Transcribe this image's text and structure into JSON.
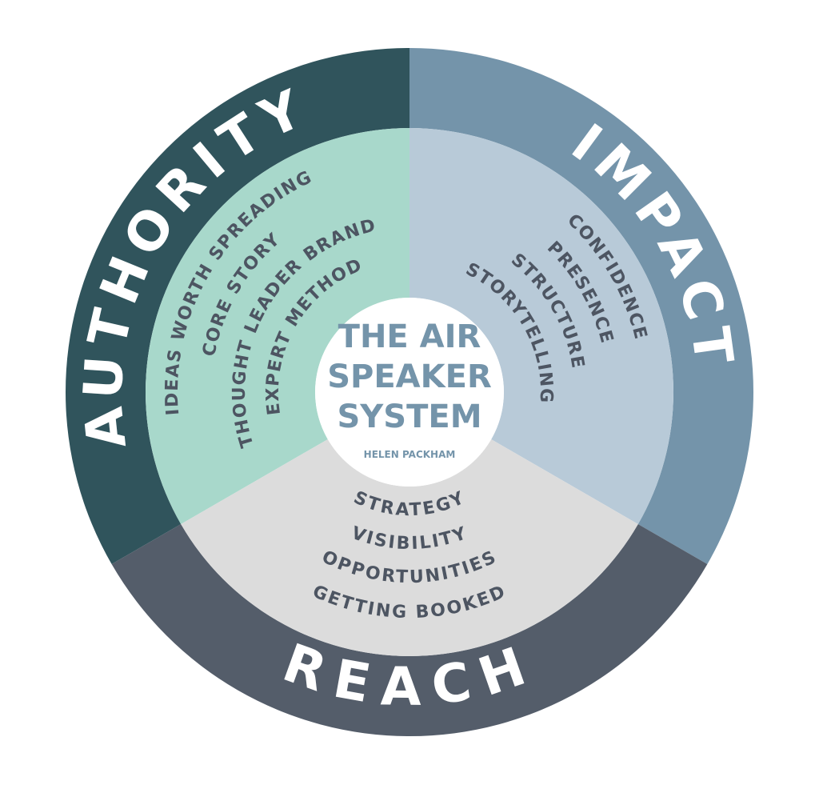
{
  "diagram": {
    "center": {
      "title_lines": [
        "THE AIR",
        "SPEAKER",
        "SYSTEM"
      ],
      "author": "HELEN PACKHAM"
    },
    "segments": [
      {
        "id": "authority",
        "label": "AUTHORITY",
        "outer_color": "#30545c",
        "inner_color": "#a8d8cb",
        "items": [
          "IDEAS WORTH SPREADING",
          "CORE STORY",
          "THOUGHT LEADER BRAND",
          "EXPERT METHOD"
        ]
      },
      {
        "id": "impact",
        "label": "IMPACT",
        "outer_color": "#7494aa",
        "inner_color": "#b8cad8",
        "items": [
          "CONFIDENCE",
          "PRESENCE",
          "STRUCTURE",
          "STORYTELLING"
        ]
      },
      {
        "id": "reach",
        "label": "REACH",
        "outer_color": "#545d6a",
        "inner_color": "#dcdcdc",
        "items": [
          "STRATEGY",
          "VISIBILITY",
          "OPPORTUNITIES",
          "GETTING BOOKED"
        ]
      }
    ],
    "colors": {
      "item_text": "#4d5562",
      "center_text": "#7494aa",
      "center_bg": "#ffffff",
      "background": "#ffffff"
    }
  }
}
